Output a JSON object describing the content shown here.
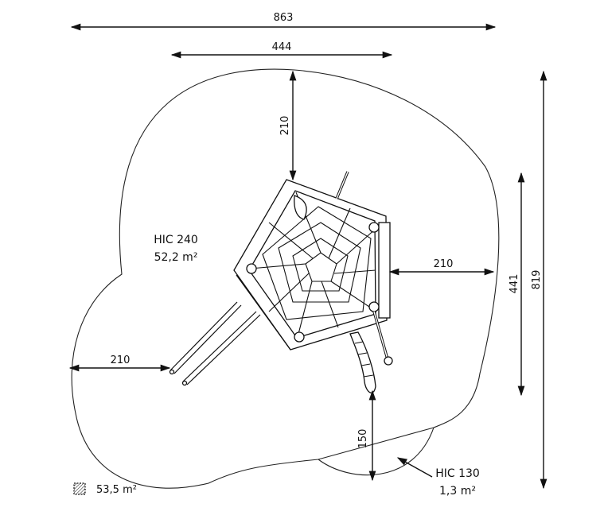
{
  "dimensions": {
    "overall_width": "863",
    "inner_width": "444",
    "top_clearance": "210",
    "right_clearance": "210",
    "left_clearance": "210",
    "bottom_clearance": "150",
    "inner_height": "441",
    "overall_height": "819"
  },
  "zones": {
    "main": {
      "hic": "HIC 240",
      "area": "52,2 m²"
    },
    "small": {
      "hic": "HIC 130",
      "area": "1,3 m²"
    }
  },
  "total_area": "53,5 m²"
}
